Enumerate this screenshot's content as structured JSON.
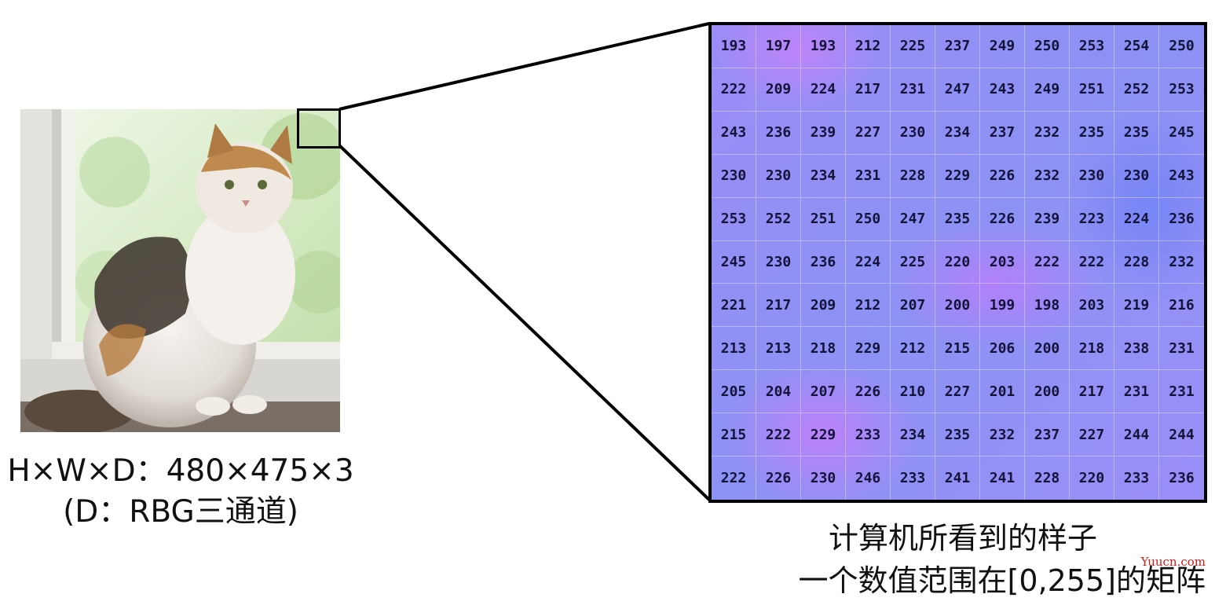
{
  "left_caption": {
    "dims": "H×W×D：480×475×3",
    "channel_note": "(D：RBG三通道)"
  },
  "right_caption": {
    "line1": "计算机所看到的样子",
    "line2": "一个数值范围在[0,255]的矩阵"
  },
  "watermark": "Yuucn.com",
  "matrix": {
    "rows": [
      [
        193,
        197,
        193,
        212,
        225,
        237,
        249,
        250,
        253,
        254,
        250
      ],
      [
        222,
        209,
        224,
        217,
        231,
        247,
        243,
        249,
        251,
        252,
        253
      ],
      [
        243,
        236,
        239,
        227,
        230,
        234,
        237,
        232,
        235,
        235,
        245
      ],
      [
        230,
        230,
        234,
        231,
        228,
        229,
        226,
        232,
        230,
        230,
        243
      ],
      [
        253,
        252,
        251,
        250,
        247,
        235,
        226,
        239,
        223,
        224,
        236
      ],
      [
        245,
        230,
        236,
        224,
        225,
        220,
        203,
        222,
        222,
        228,
        232
      ],
      [
        221,
        217,
        209,
        212,
        207,
        200,
        199,
        198,
        203,
        219,
        216
      ],
      [
        213,
        213,
        218,
        229,
        212,
        215,
        206,
        200,
        218,
        238,
        231
      ],
      [
        205,
        204,
        207,
        226,
        210,
        227,
        201,
        200,
        217,
        231,
        231
      ],
      [
        215,
        222,
        229,
        233,
        234,
        235,
        232,
        237,
        227,
        244,
        244
      ],
      [
        222,
        226,
        230,
        246,
        233,
        241,
        241,
        228,
        220,
        233,
        236
      ]
    ]
  },
  "colors": {
    "matrix_purple": "#c47efa",
    "matrix_blue": "#7c86f4",
    "watermark_red": "#d11a1a"
  }
}
